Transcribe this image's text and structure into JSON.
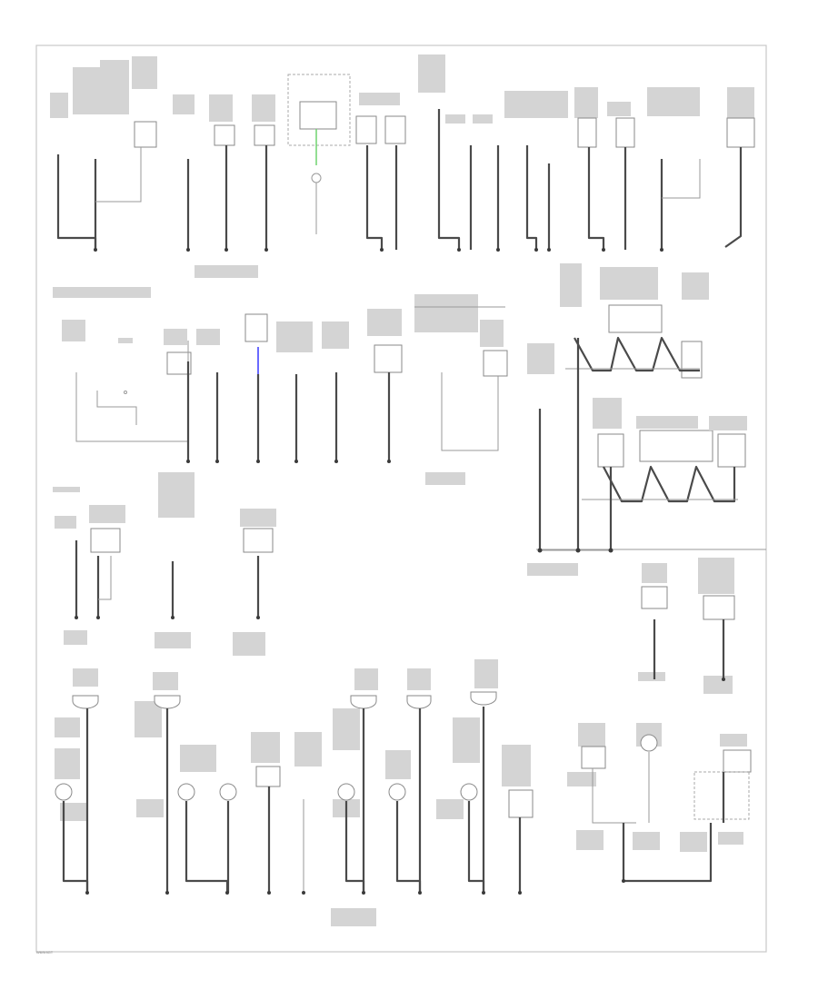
{
  "diagram": {
    "footer_code": "W6/9/4GT",
    "accent_colors": {
      "green_wire": "#6fd26f",
      "blue_wire": "#5a5aff",
      "ground_wire": "#4a4a4a"
    },
    "sections": [
      "top-ground-row",
      "middle-ground-row",
      "right-relay-block",
      "left-lower-block",
      "bottom-lamp-row",
      "right-lower-block"
    ]
  }
}
